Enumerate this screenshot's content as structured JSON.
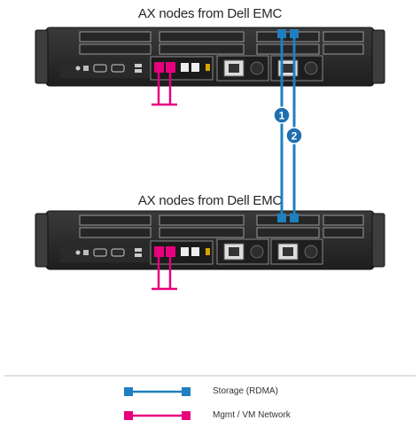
{
  "diagram": {
    "node_title_top": "AX nodes from Dell EMC",
    "node_title_bottom": "AX nodes from Dell EMC",
    "badges": {
      "link1": "1",
      "link2": "2"
    }
  },
  "legend": {
    "storage": {
      "label": "Storage (RDMA)",
      "color": "#1f7fc0"
    },
    "mgmt": {
      "label": "Mgmt / VM Network",
      "color": "#e6007e"
    }
  },
  "colors": {
    "chassis": "#2b2b2b",
    "chassis_edge": "#1a1a1a",
    "slot_border": "#9a9a9a",
    "storage": "#1f7fc0",
    "mgmt": "#e6007e",
    "divider": "#bfbfbf"
  }
}
